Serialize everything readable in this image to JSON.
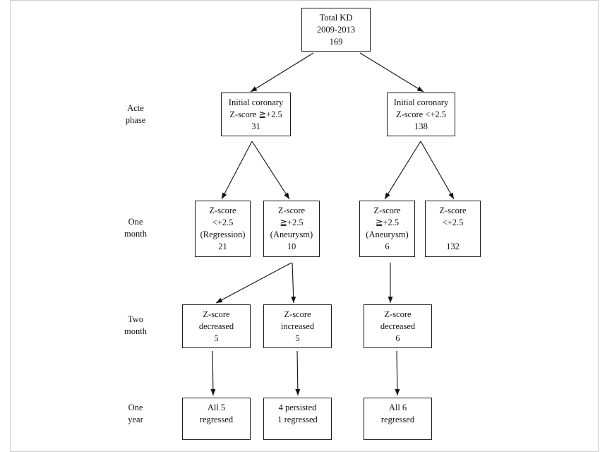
{
  "phases": {
    "acute": [
      "Acte",
      "phase"
    ],
    "one_month": [
      "One",
      "month"
    ],
    "two_month": [
      "Two",
      "month"
    ],
    "one_year": [
      "One",
      "year"
    ]
  },
  "nodes": {
    "total": [
      "Total KD",
      "2009-2013",
      "169"
    ],
    "initial_high": [
      "Initial coronary",
      "Z-score ≧+2.5",
      "31"
    ],
    "initial_low": [
      "Initial coronary",
      "Z-score <+2.5",
      "138"
    ],
    "regression": [
      "Z-score",
      "<+2.5",
      "(Regression)",
      "21"
    ],
    "aneurysm_a": [
      "Z-score",
      "≧+2.5",
      "(Aneurysm)",
      "10"
    ],
    "aneurysm_b": [
      "Z-score",
      "≧+2.5",
      "(Aneurysm)",
      "6"
    ],
    "low_132": [
      "Z-score",
      "<+2.5",
      "",
      "132"
    ],
    "decreased_5": [
      "Z-score",
      "decreased",
      "5"
    ],
    "increased_5": [
      "Z-score",
      "increased",
      "5"
    ],
    "decreased_6": [
      "Z-score",
      "decreased",
      "6"
    ],
    "all5_regressed": [
      "All 5",
      "regressed"
    ],
    "persisted": [
      "4 persisted",
      "1 regressed"
    ],
    "all6_regressed": [
      "All 6",
      "regressed"
    ]
  }
}
